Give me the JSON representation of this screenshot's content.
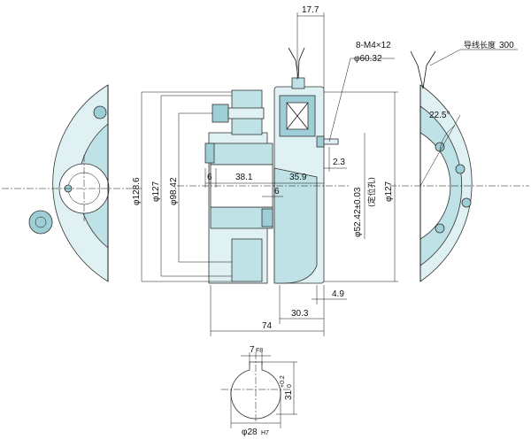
{
  "colors": {
    "part_fill": "#dff1f2",
    "part_shade": "#bfe2e6",
    "part_deep": "#9fcfd6",
    "line": "#111111"
  },
  "dimensions": {
    "top_width": "17.7",
    "screw_spec": "8-M4×12",
    "screw_pcd": "φ60.32",
    "lead_label": "导线长度",
    "lead_length": "300",
    "angle": "22.5°",
    "dia_128_6": "φ128.6",
    "dia_127_left": "φ127",
    "dia_98_42": "φ98.42",
    "dia_127_right": "φ127",
    "dia_52_42": "φ52.42±0.03",
    "dia_52_note": "(定位孔)",
    "len_6_a": "6",
    "len_38_1": "38.1",
    "len_35_9": "35.9",
    "len_6_b": "6",
    "len_2_3": "2.3",
    "len_4_9": "4.9",
    "len_30_3": "30.3",
    "len_74": "74",
    "key_width": "7",
    "key_width_tol": "F8",
    "key_depth": "31",
    "key_depth_tol_upper": "+0.2",
    "key_depth_tol_lower": "0",
    "bore": "φ28",
    "bore_tol": "H7"
  }
}
